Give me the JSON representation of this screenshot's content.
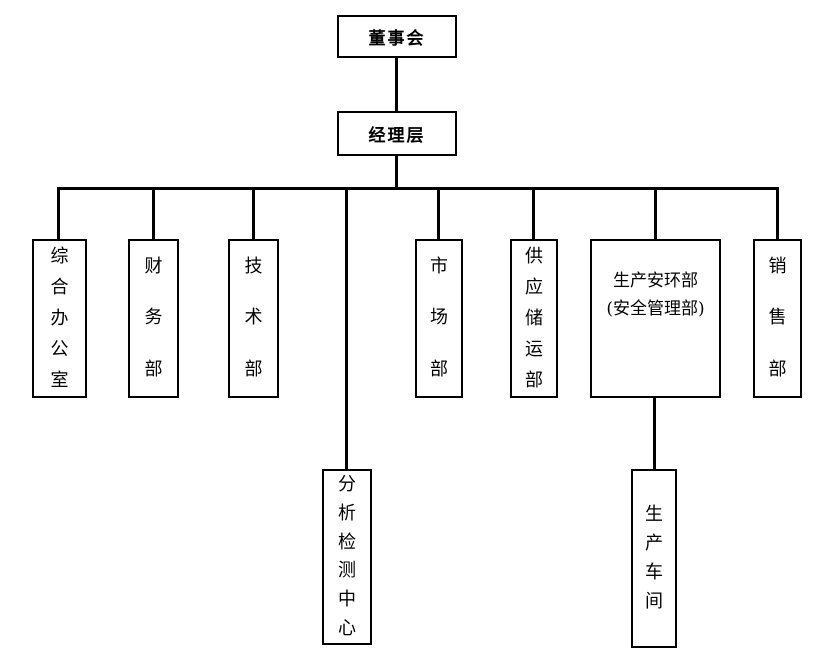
{
  "diagram": {
    "type": "org-chart",
    "nodes": {
      "board": "董事会",
      "management": "经理层",
      "general_office": "综合办公室",
      "finance": "财务部",
      "technology": "技术部",
      "analysis_center": "分析检测中心",
      "market": "市场部",
      "supply_logistics": "供应储运部",
      "production_safety_line1": "生产安环部",
      "production_safety_line2": "(安全管理部)",
      "sales": "销售部",
      "workshop": "生产车间"
    },
    "edges": [
      "board->management",
      "management->general_office",
      "management->finance",
      "management->technology",
      "management->analysis_center",
      "management->market",
      "management->supply_logistics",
      "management->production_safety",
      "management->sales",
      "production_safety->workshop"
    ]
  },
  "colors": {
    "background": "#ffffff",
    "box_fill": "#ffffff",
    "line": "#000000",
    "text": "#000000"
  }
}
